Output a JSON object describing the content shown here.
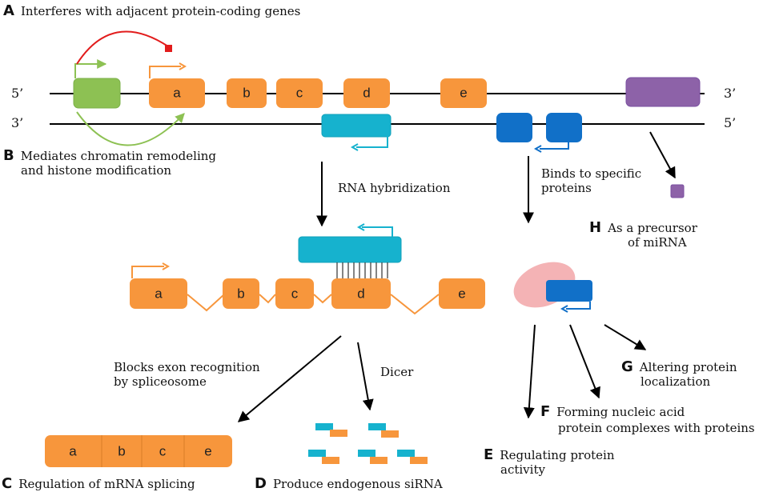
{
  "strands": {
    "top_left": "5’",
    "top_right": "3’",
    "bottom_left": "3’",
    "bottom_right": "5’"
  },
  "exons": {
    "a": "a",
    "b": "b",
    "c": "c",
    "d": "d",
    "e": "e"
  },
  "mechanisms": {
    "A": {
      "letter": "A",
      "text": "Interferes with adjacent protein-coding genes"
    },
    "B": {
      "letter": "B",
      "line1": "Mediates chromatin remodeling",
      "line2": "and histone modification"
    },
    "C": {
      "letter": "C",
      "text": "Regulation of mRNA splicing"
    },
    "D": {
      "letter": "D",
      "text": "Produce endogenous siRNA"
    },
    "E": {
      "letter": "E",
      "line1": "Regulating protein",
      "line2": "activity"
    },
    "F": {
      "letter": "F",
      "line1": "Forming nucleic acid",
      "line2": "protein complexes with proteins"
    },
    "G": {
      "letter": "G",
      "line1": "Altering protein",
      "line2": "localization"
    },
    "H": {
      "letter": "H",
      "line1": "As a precursor",
      "line2": "of miRNA"
    }
  },
  "annotations": {
    "rna_hybridization": "RNA hybridization",
    "binds_line1": "Binds to specific",
    "binds_line2": "proteins",
    "blocks_line1": "Blocks exon recognition",
    "blocks_line2": "by spliceosome",
    "dicer": "Dicer"
  },
  "colors": {
    "exon": "#F7963C",
    "exon_border": "#F08A2E",
    "green": "#8DC153",
    "cyan": "#16B2CE",
    "blue": "#1170C8",
    "purple": "#8D62A8",
    "pink": "#F4B3B5",
    "red": "#E21C1C"
  }
}
